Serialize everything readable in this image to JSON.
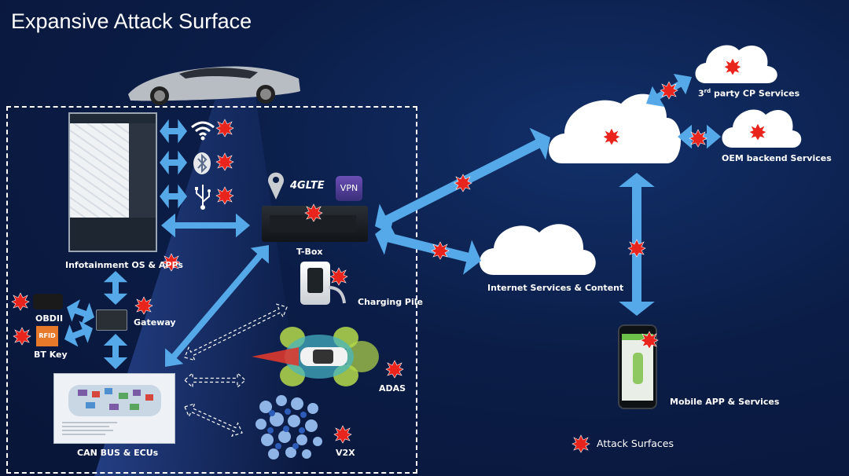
{
  "title": "Expansive Attack Surface",
  "labels": {
    "infotainment": "Infotainment OS & APPs",
    "tbox": "T-Box",
    "charging_pile": "Charging Pile",
    "obdii": "OBDII",
    "gateway": "Gateway",
    "bt_key": "BT Key",
    "adas": "ADAS",
    "can_bus": "CAN BUS & ECUs",
    "v2x": "V2X",
    "internet": "Internet Services & Content",
    "third_party_pre": "3",
    "third_party_sup": "rd",
    "third_party_post": " party CP Services",
    "oem": "OEM backend Services",
    "mobile": "Mobile APP & Services",
    "rfid": "RFID",
    "lte": "4GLTE",
    "vpn": "VPN"
  },
  "legend": {
    "attack_surfaces": "Attack Surfaces",
    "marker_color": "#e8241c"
  },
  "colors": {
    "background": "#0b1d47",
    "arrow": "#56a9e8",
    "marker": "#e8241c",
    "cloud": "#ffffff"
  },
  "icons": [
    "car-image",
    "wifi-icon",
    "bluetooth-icon",
    "usb-icon",
    "location-pin-icon",
    "4g-lte-icon",
    "vpn-icon",
    "cloud-icon",
    "attack-marker-icon"
  ]
}
